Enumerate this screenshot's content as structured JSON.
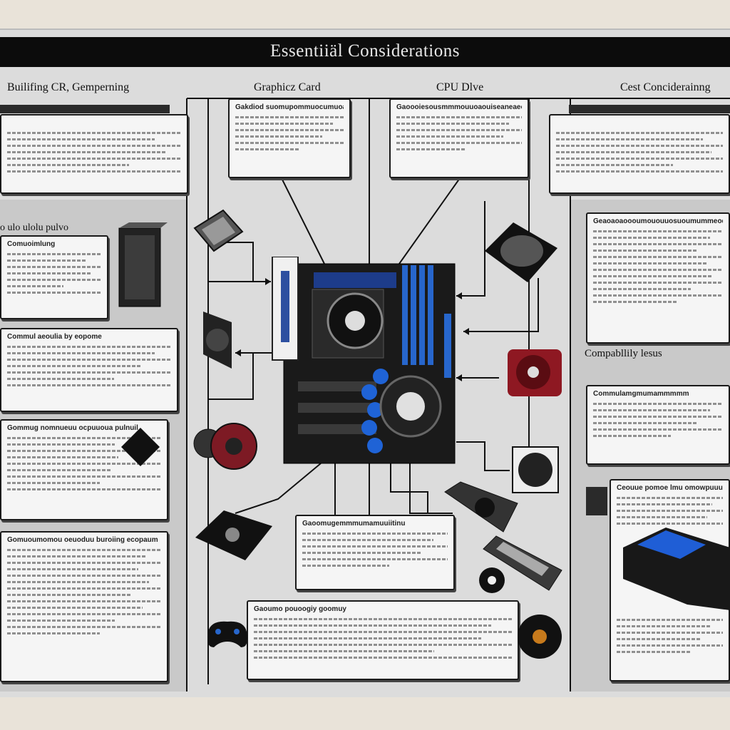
{
  "title": "Essentiiäl Considerations",
  "headings": {
    "building": "Builifing CR, Gemperning",
    "graphics": "Graphicz Card",
    "cpu": "CPU Dlve",
    "cost": "Cest Conciderainng",
    "mini": "o ulo ulolu pulvo",
    "compat": "Compabllily lesus"
  },
  "boxes": {
    "b1": "",
    "gpu": "Gakdiod suomupommuocumuoamumoadoso",
    "cpu": "Gaoooiesousmmmouuoaouiseaneaeoo",
    "cost": "",
    "left2": "Comuoimlung",
    "left3": "Commul aeoulia by eopome",
    "left4": "Gommug nomnueuu ocpuuoua pulnuil",
    "left5": "Gomuoumomou oeuoduu buroiing ecopaum",
    "right1": "Geaoaoaoooumououuosuoumummeoqoouueo",
    "right2": "Commulamgmumammmmm",
    "right3": "Ceouue pomoe lmu omowpuuuu quouanoi",
    "center1": "Gaoomugemmmumamuuiitinu",
    "center2": "Gaoumo pouoogiy goomuy"
  }
}
